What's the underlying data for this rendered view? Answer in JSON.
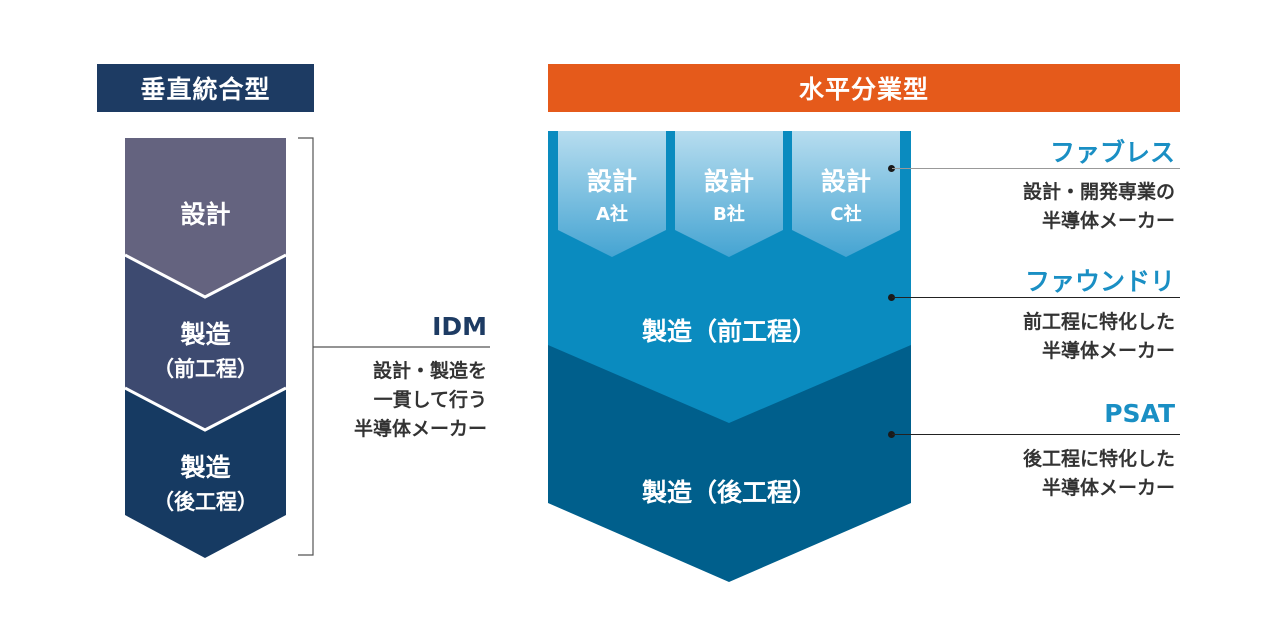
{
  "colors": {
    "vertical_header": "#1d3b63",
    "horizontal_header": "#e55a1b",
    "vertical_seg_design": "#64637f",
    "vertical_seg_front": "#3d4a70",
    "vertical_seg_back": "#163a62",
    "horizontal_front": "#0a8bbf",
    "horizontal_back": "#005f8c",
    "design_tab_top": "#b5dcef",
    "design_tab_bottom": "#4aa7d3",
    "accent_title_blue": "#1a8fc4",
    "idm_title": "#1d3b63"
  },
  "vertical": {
    "header": "垂直統合型",
    "segments": [
      {
        "line1": "設計",
        "line2": ""
      },
      {
        "line1": "製造",
        "line2": "（前工程）"
      },
      {
        "line1": "製造",
        "line2": "（後工程）"
      }
    ],
    "callout": {
      "title": "IDM",
      "desc": [
        "設計・製造を",
        "一貫して行う",
        "半導体メーカー"
      ]
    }
  },
  "horizontal": {
    "header": "水平分業型",
    "design_tabs": [
      {
        "line1": "設計",
        "line2": "A社"
      },
      {
        "line1": "設計",
        "line2": "B社"
      },
      {
        "line1": "設計",
        "line2": "C社"
      }
    ],
    "front_label": "製造（前工程）",
    "back_label": "製造（後工程）",
    "callouts": [
      {
        "title": "ファブレス",
        "desc": [
          "設計・開発専業の",
          "半導体メーカー"
        ]
      },
      {
        "title": "ファウンドリ",
        "desc": [
          "前工程に特化した",
          "半導体メーカー"
        ]
      },
      {
        "title": "PSAT",
        "desc": [
          "後工程に特化した",
          "半導体メーカー"
        ]
      }
    ]
  }
}
